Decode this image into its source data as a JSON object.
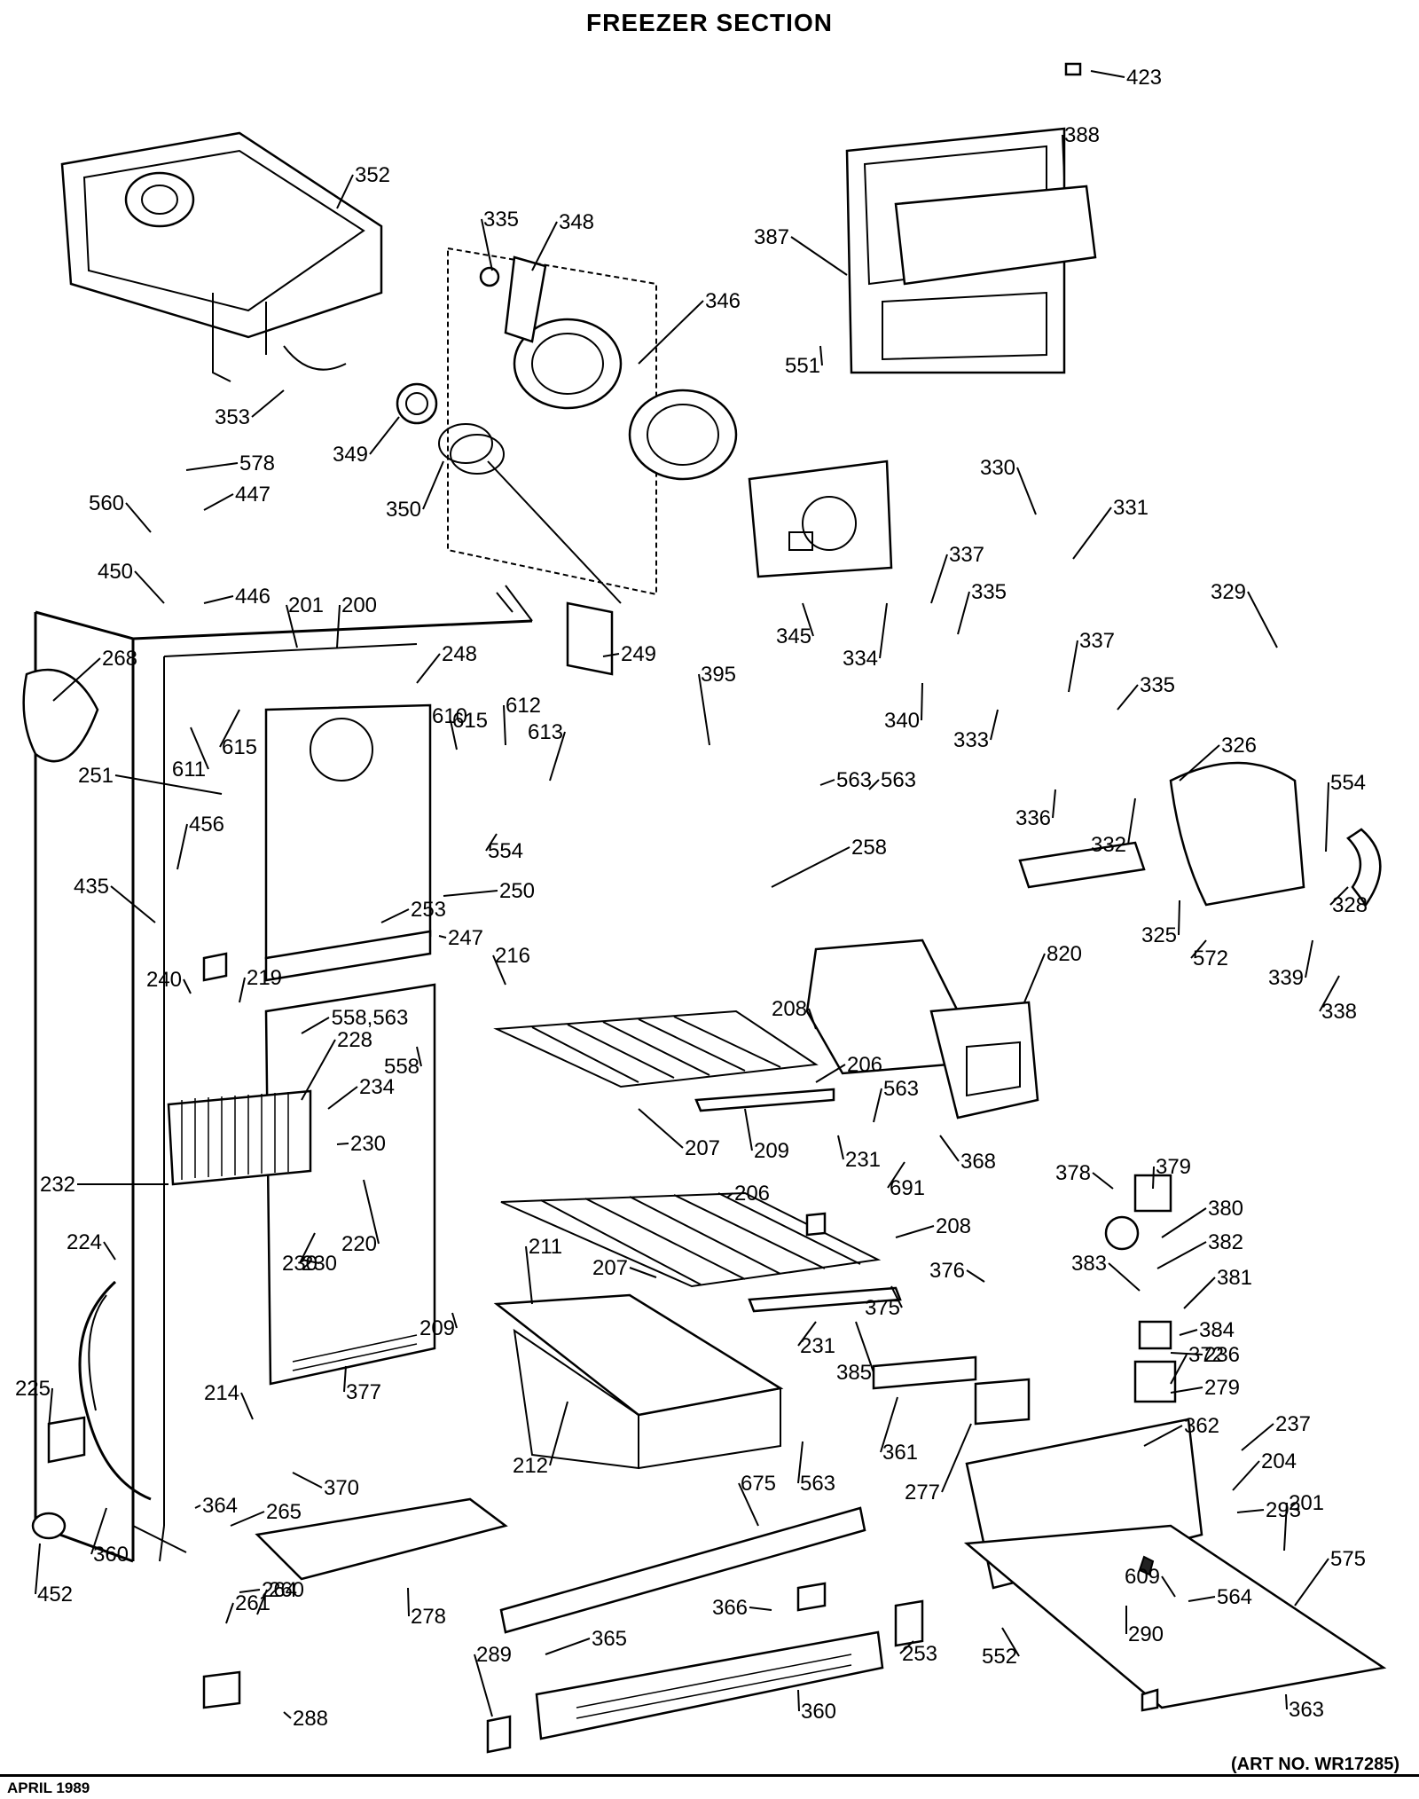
{
  "title": "FREEZER SECTION",
  "art_number": "(ART NO. WR17285)",
  "date": "APRIL 1989",
  "part_labels": [
    "423",
    "388",
    "352",
    "387",
    "335",
    "348",
    "346",
    "551",
    "353",
    "349",
    "578",
    "447",
    "560",
    "350",
    "330",
    "331",
    "450",
    "446",
    "201",
    "200",
    "337",
    "335",
    "329",
    "268",
    "248",
    "249",
    "345",
    "334",
    "610",
    "612",
    "615",
    "395",
    "337",
    "335",
    "563",
    "611",
    "615",
    "613",
    "340",
    "333",
    "326",
    "554",
    "251",
    "563",
    "554",
    "456",
    "250",
    "336",
    "332",
    "258",
    "253",
    "435",
    "247",
    "325",
    "328",
    "572",
    "339",
    "216",
    "820",
    "240",
    "219",
    "558,563",
    "228",
    "558",
    "208",
    "338",
    "234",
    "206",
    "563",
    "230",
    "207",
    "209",
    "231",
    "368",
    "232",
    "220",
    "379",
    "378",
    "691",
    "380",
    "230",
    "206",
    "230",
    "208",
    "224",
    "382",
    "211",
    "207",
    "383",
    "376",
    "381",
    "375",
    "384",
    "236",
    "209",
    "231",
    "385",
    "279",
    "225",
    "214",
    "377",
    "372",
    "361",
    "362",
    "237",
    "212",
    "563",
    "204",
    "370",
    "277",
    "675",
    "293",
    "364",
    "201",
    "265",
    "360",
    "575",
    "609",
    "264",
    "452",
    "261",
    "260",
    "278",
    "366",
    "564",
    "365",
    "290",
    "289",
    "253",
    "552",
    "288",
    "360",
    "363"
  ]
}
